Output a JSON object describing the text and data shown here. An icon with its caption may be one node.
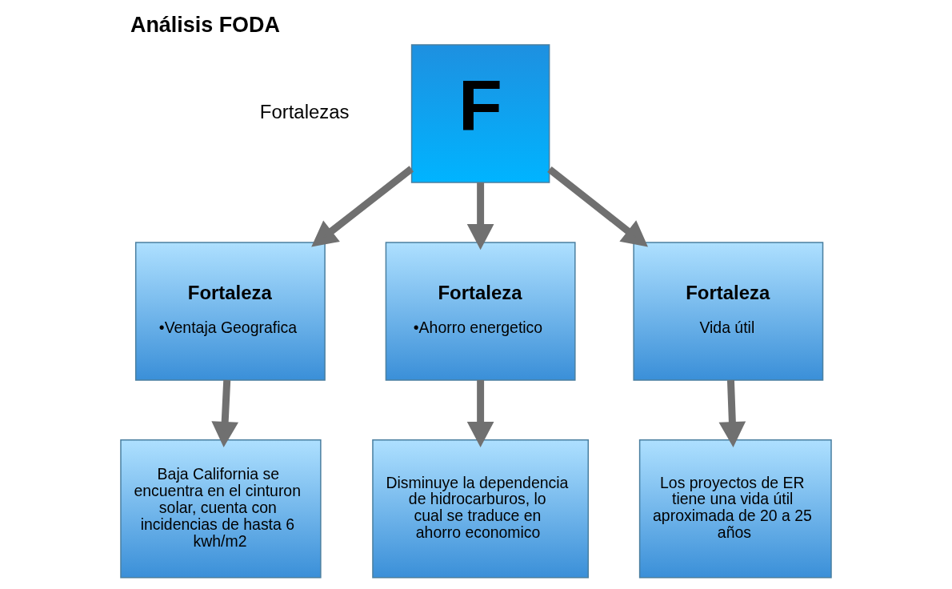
{
  "diagram": {
    "title": "Análisis FODA",
    "nodes": [
      {
        "text": [
          "F"
        ]
      },
      {
        "text": [
          "Fortaleza",
          "•Ventaja Geografica"
        ]
      },
      {
        "text": [
          "Fortaleza",
          "•Ahorro energetico"
        ]
      },
      {
        "text": [
          "Fortaleza",
          "Vida útil"
        ]
      },
      {
        "text": [
          "Baja California se encuentra en el cinturon solar, cuenta con incidencias de hasta 6 kwh/m2"
        ]
      },
      {
        "text": [
          "Disminuye la dependencia de hidrocarburos, lo cual se traduce en ahorro economico"
        ]
      },
      {
        "text": [
          "Los proyectos de ER tiene una vida útil aproximada de 20 a 25 años"
        ]
      }
    ],
    "edges": [
      {
        "from": 0,
        "to": 1,
        "arrow": "to"
      },
      {
        "from": 0,
        "to": 2,
        "arrow": "to"
      },
      {
        "from": 0,
        "to": 3,
        "arrow": "to"
      },
      {
        "from": 1,
        "to": 4,
        "arrow": "to"
      },
      {
        "from": 2,
        "to": 5,
        "arrow": "to"
      },
      {
        "from": 3,
        "to": 6,
        "arrow": "to"
      }
    ],
    "labels": [
      "Fortalezas"
    ]
  }
}
